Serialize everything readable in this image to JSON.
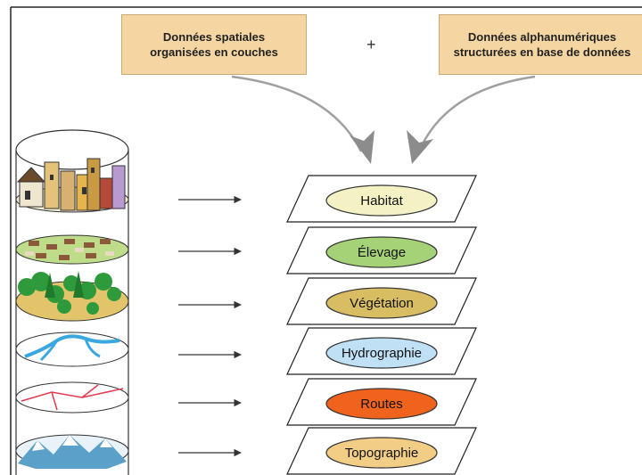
{
  "header": {
    "left_box": "Données spatiales\norganisées en couches",
    "operator": "+",
    "right_box": "Données alphanumériques\nstructurées en base de données"
  },
  "layers": [
    {
      "label": "Habitat",
      "fill": "#f4f2c4",
      "icon": "buildings-icon"
    },
    {
      "label": "Élevage",
      "fill": "#a6d277",
      "icon": "livestock-icon"
    },
    {
      "label": "Végétation",
      "fill": "#d9bd63",
      "icon": "trees-icon"
    },
    {
      "label": "Hydrographie",
      "fill": "#bfe0f5",
      "icon": "river-icon"
    },
    {
      "label": "Routes",
      "fill": "#f0631c",
      "icon": "roads-icon"
    },
    {
      "label": "Topographie",
      "fill": "#f2cd86",
      "icon": "mountains-icon"
    }
  ],
  "colors": {
    "box_fill": "#f5d6a3",
    "arrow_gray": "#8c8c8c",
    "water_blue": "#3aa8e0",
    "road_red": "#e8384f"
  }
}
